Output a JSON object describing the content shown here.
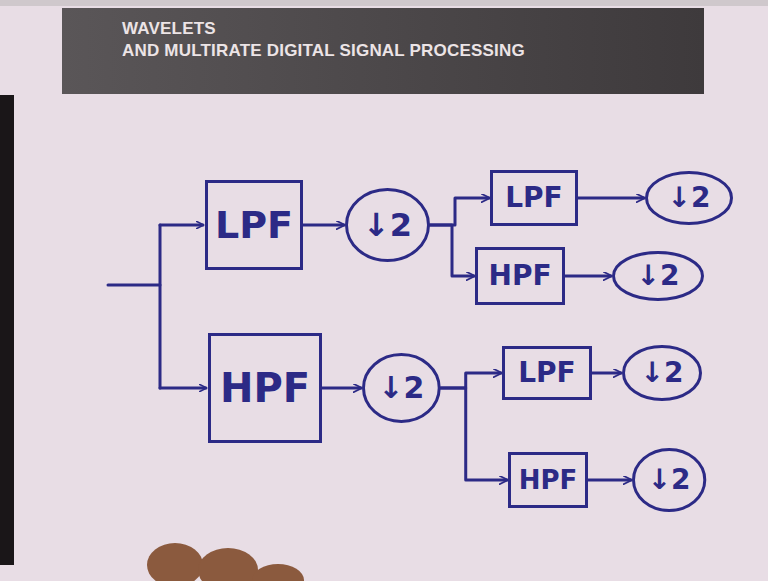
{
  "diagram": {
    "nodes": [
      {
        "text": [
          "LPF"
        ]
      },
      {
        "text": [
          "↓2"
        ]
      },
      {
        "text": [
          "LPF"
        ]
      },
      {
        "text": [
          "↓2"
        ]
      },
      {
        "text": [
          "HPF"
        ]
      },
      {
        "text": [
          "↓2"
        ]
      },
      {
        "text": [
          "HPF"
        ]
      },
      {
        "text": [
          "↓2"
        ]
      },
      {
        "text": [
          "LPF"
        ]
      },
      {
        "text": [
          "↓2"
        ]
      },
      {
        "text": [
          "HPF"
        ]
      },
      {
        "text": [
          "↓2"
        ]
      }
    ],
    "edges": [
      {
        "from": 0,
        "to": 1,
        "arrow": "to"
      },
      {
        "from": 1,
        "to": 2,
        "arrow": "to"
      },
      {
        "from": 2,
        "to": 3,
        "arrow": "to"
      },
      {
        "from": 1,
        "to": 4,
        "arrow": "to"
      },
      {
        "from": 4,
        "to": 5,
        "arrow": "to"
      },
      {
        "from": 6,
        "to": 7,
        "arrow": "to"
      },
      {
        "from": 7,
        "to": 8,
        "arrow": "to"
      },
      {
        "from": 8,
        "to": 9,
        "arrow": "to"
      },
      {
        "from": 7,
        "to": 10,
        "arrow": "to"
      },
      {
        "from": 10,
        "to": 11,
        "arrow": "to"
      }
    ],
    "labels": [
      "WAVELETS",
      "AND MULTIRATE DIGITAL SIGNAL PROCESSING"
    ]
  }
}
